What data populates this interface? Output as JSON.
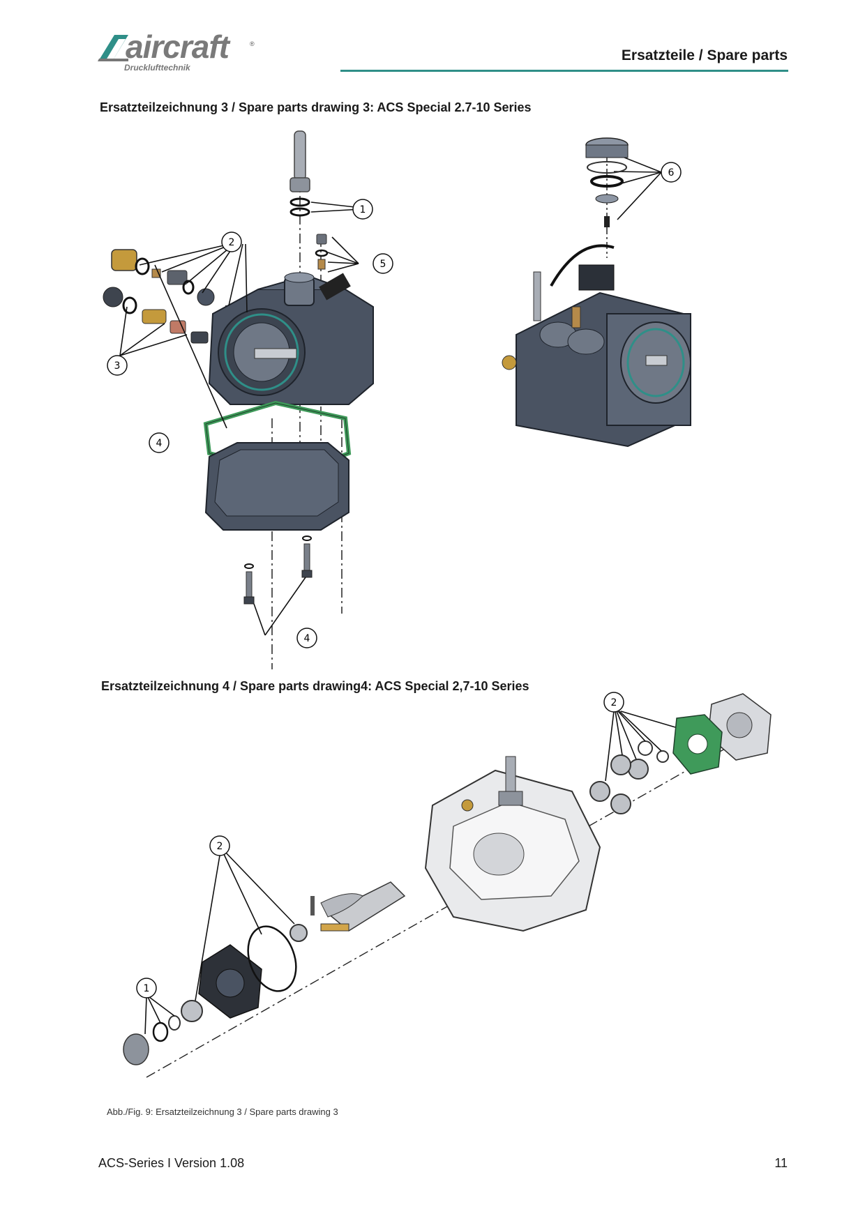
{
  "logo": {
    "word": "aircraft",
    "reg": "®",
    "subtitle": "Drucklufttechnik"
  },
  "header": {
    "title": "Ersatzteile / Spare parts"
  },
  "drawing3": {
    "heading": "Ersatzteilzeichnung 3 / Spare parts drawing 3: ACS Special 2.7-10 Series",
    "callouts": [
      "1",
      "2",
      "3",
      "4",
      "4",
      "5",
      "6"
    ]
  },
  "drawing4": {
    "heading": "Ersatzteilzeichnung 4 / Spare parts drawing4: ACS Special 2,7-10 Series",
    "callouts": [
      "1",
      "2",
      "2"
    ]
  },
  "caption": "Abb./Fig. 9: Ersatzteilzeichnung 3 / Spare parts drawing 3",
  "footer": {
    "left": "ACS-Series I Version 1.08",
    "page_number": "11"
  },
  "colors": {
    "accent_rule": "#2f8f88",
    "gasket_green": "#3f9a5a",
    "housing_dark": "#4a5362",
    "housing_light": "#e9eaec"
  }
}
